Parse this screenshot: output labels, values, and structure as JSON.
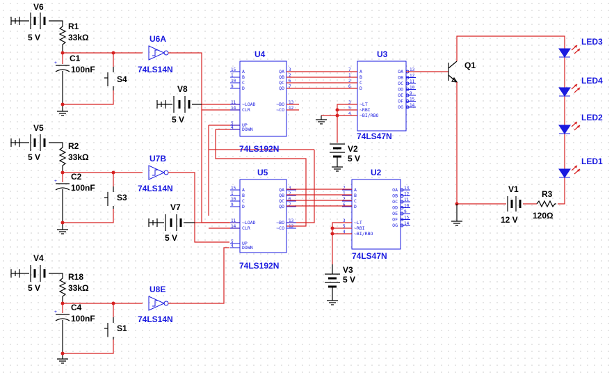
{
  "sources": {
    "v6": {
      "ref": "V6",
      "value": "5 V"
    },
    "v5": {
      "ref": "V5",
      "value": "5 V"
    },
    "v4": {
      "ref": "V4",
      "value": "5 V"
    },
    "v8": {
      "ref": "V8",
      "value": "5 V"
    },
    "v7": {
      "ref": "V7",
      "value": "5 V"
    },
    "v2": {
      "ref": "V2",
      "value": "5 V"
    },
    "v3": {
      "ref": "V3",
      "value": "5 V"
    },
    "v1": {
      "ref": "V1",
      "value": "12 V"
    }
  },
  "resistors": {
    "r1": {
      "ref": "R1",
      "value": "33kΩ"
    },
    "r2": {
      "ref": "R2",
      "value": "33kΩ"
    },
    "r18": {
      "ref": "R18",
      "value": "33kΩ"
    },
    "r3": {
      "ref": "R3",
      "value": "120Ω"
    }
  },
  "capacitors": {
    "c1": {
      "ref": "C1",
      "value": "100nF"
    },
    "c2": {
      "ref": "C2",
      "value": "100nF"
    },
    "c4": {
      "ref": "C4",
      "value": "100nF"
    }
  },
  "switches": {
    "s4": "S4",
    "s3": "S3",
    "s1": "S1"
  },
  "inverters": {
    "u6a": {
      "ref": "U6A",
      "part": "74LS14N"
    },
    "u7b": {
      "ref": "U7B",
      "part": "74LS14N"
    },
    "u8e": {
      "ref": "U8E",
      "part": "74LS14N"
    }
  },
  "counters": {
    "u4": {
      "ref": "U4",
      "part": "74LS192N"
    },
    "u5": {
      "ref": "U5",
      "part": "74LS192N"
    }
  },
  "decoders": {
    "u3": {
      "ref": "U3",
      "part": "74LS47N"
    },
    "u2": {
      "ref": "U2",
      "part": "74LS47N"
    }
  },
  "transistor": {
    "ref": "Q1"
  },
  "leds": {
    "led3": "LED3",
    "led4": "LED4",
    "led2": "LED2",
    "led1": "LED1"
  },
  "pins": {
    "counter_in": [
      "A",
      "B",
      "C",
      "D",
      "~LOAD",
      "CLR",
      "UP",
      "DOWN"
    ],
    "counter_in_num": [
      "15",
      "1",
      "10",
      "9",
      "11",
      "14",
      "5",
      "4"
    ],
    "counter_out": [
      "QA",
      "QB",
      "QC",
      "QD",
      "~BO",
      "~CO"
    ],
    "counter_out_num": [
      "3",
      "2",
      "6",
      "7",
      "13",
      "12"
    ],
    "decoder_in": [
      "A",
      "B",
      "C",
      "D",
      "~LT",
      "~RBI",
      "~BI/RBO"
    ],
    "decoder_in_num": [
      "7",
      "1",
      "2",
      "6",
      "3",
      "5",
      "4"
    ],
    "decoder_out": [
      "OA",
      "OB",
      "OC",
      "OD",
      "OE",
      "OF",
      "OG"
    ],
    "decoder_out_num": [
      "13",
      "12",
      "11",
      "10",
      "9",
      "15",
      "14"
    ]
  }
}
